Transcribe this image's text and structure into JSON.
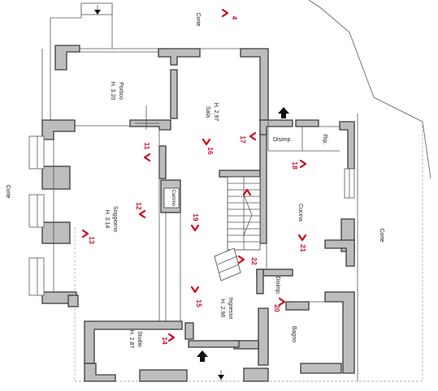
{
  "rooms": {
    "portico": {
      "name": "Portico",
      "height": "H. 3.20"
    },
    "sala": {
      "name": "Sala",
      "height": "H. 2.97"
    },
    "soggiorno": {
      "name": "Soggiorno",
      "height": "H. 3.14"
    },
    "cucina": {
      "name": "Cucina"
    },
    "ingresso": {
      "name": "Ingresso",
      "height": "H. 2.96"
    },
    "studio": {
      "name": "Studio",
      "height": "H. 2.87"
    },
    "bagno": {
      "name": "Bagno"
    },
    "disimp_top": {
      "name": "Disimp."
    },
    "disimp_bottom": {
      "name": "Disimp."
    },
    "rip": {
      "name": "Rip."
    },
    "camino": {
      "name": "Camino"
    }
  },
  "outdoor": {
    "corte_top": "Corte",
    "corte_left": "Corte",
    "corte_right": "Corte"
  },
  "viewpoints": [
    "4",
    "11",
    "12",
    "13",
    "14",
    "15",
    "16",
    "17",
    "18",
    "19",
    "20",
    "21",
    "22"
  ],
  "colors": {
    "walls": "#bdbdbd",
    "viewpoint_marker": "#d0021b"
  }
}
